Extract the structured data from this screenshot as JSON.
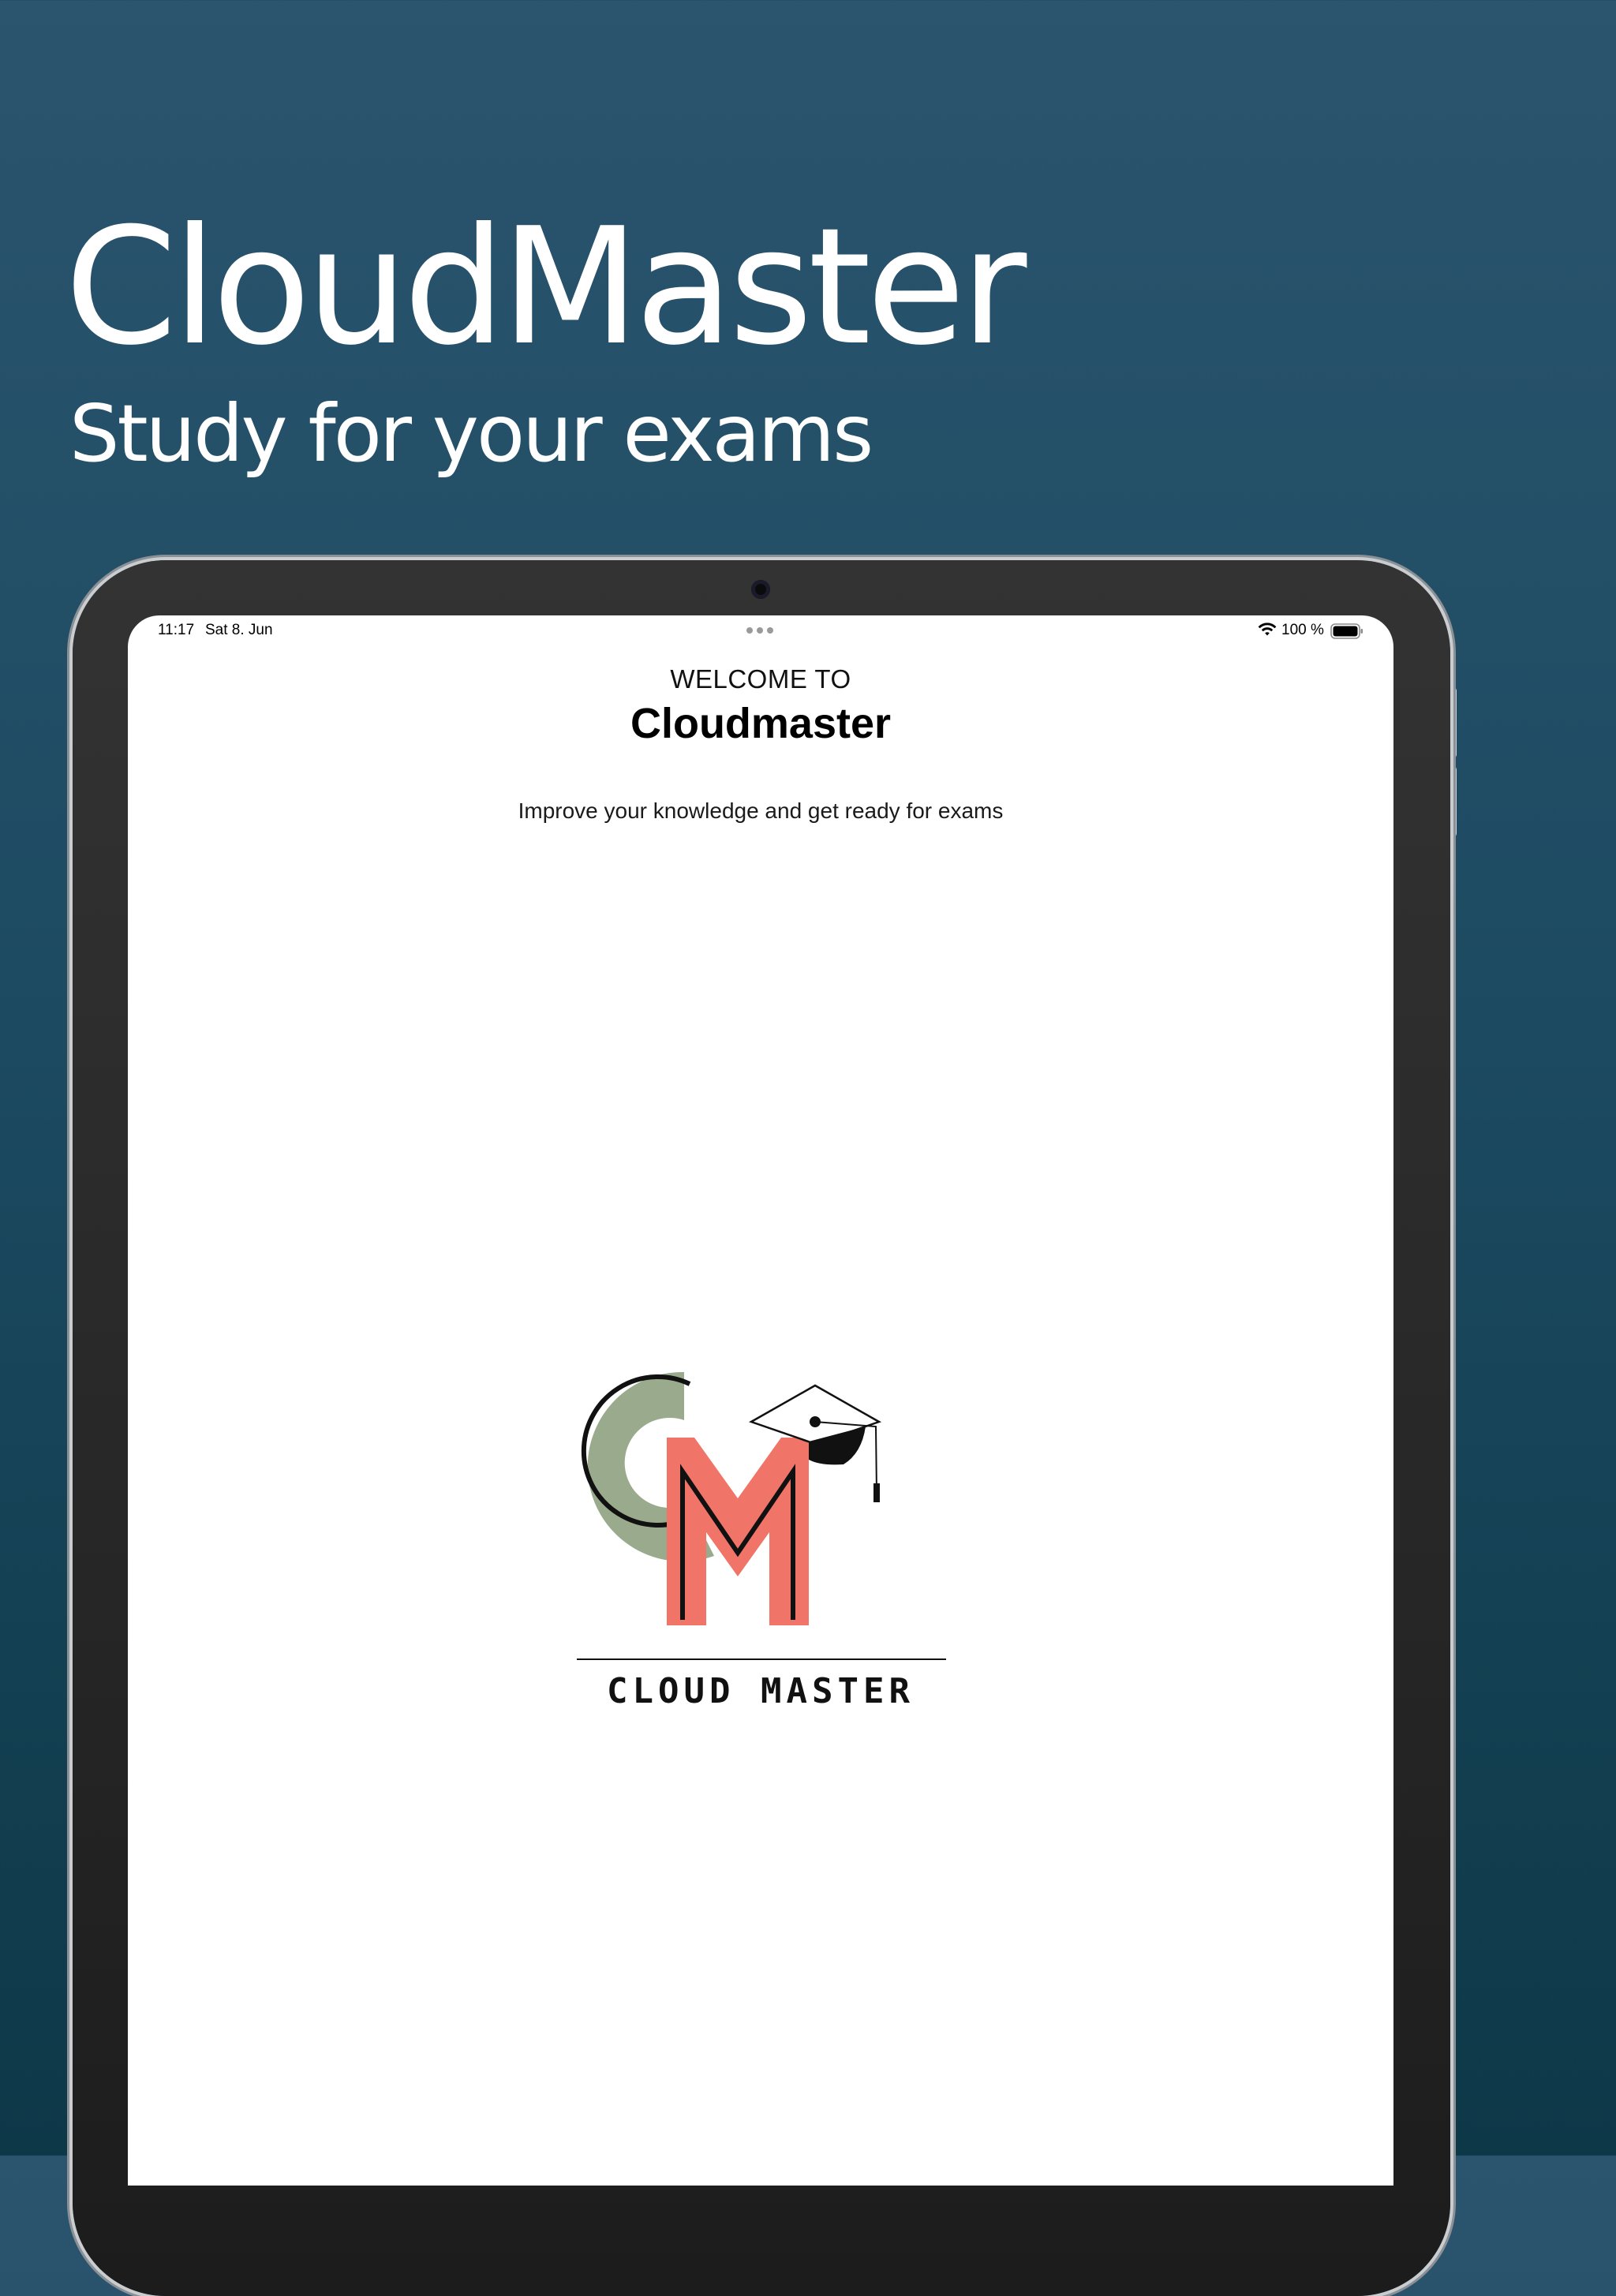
{
  "hero": {
    "title": "CloudMaster",
    "subtitle": "Study for your exams"
  },
  "status_bar": {
    "time": "11:17",
    "date": "Sat 8. Jun",
    "battery_percent": "100 %",
    "wifi_icon": "wifi-icon",
    "battery_icon": "battery-full-icon"
  },
  "welcome": {
    "label": "WELCOME TO",
    "title": "Cloudmaster",
    "tagline": "Improve your knowledge and get ready for exams"
  },
  "logo": {
    "wordmark": "CLOUD MASTER",
    "icon": "graduation-cap-icon",
    "colors": {
      "c_letter": "#99ab8c",
      "m_letter": "#f07568",
      "outline": "#111111"
    }
  },
  "colors": {
    "background_top": "#2b546e",
    "background_bottom": "#0d3848",
    "device_frame": "#2b2b2b",
    "screen": "#ffffff"
  }
}
